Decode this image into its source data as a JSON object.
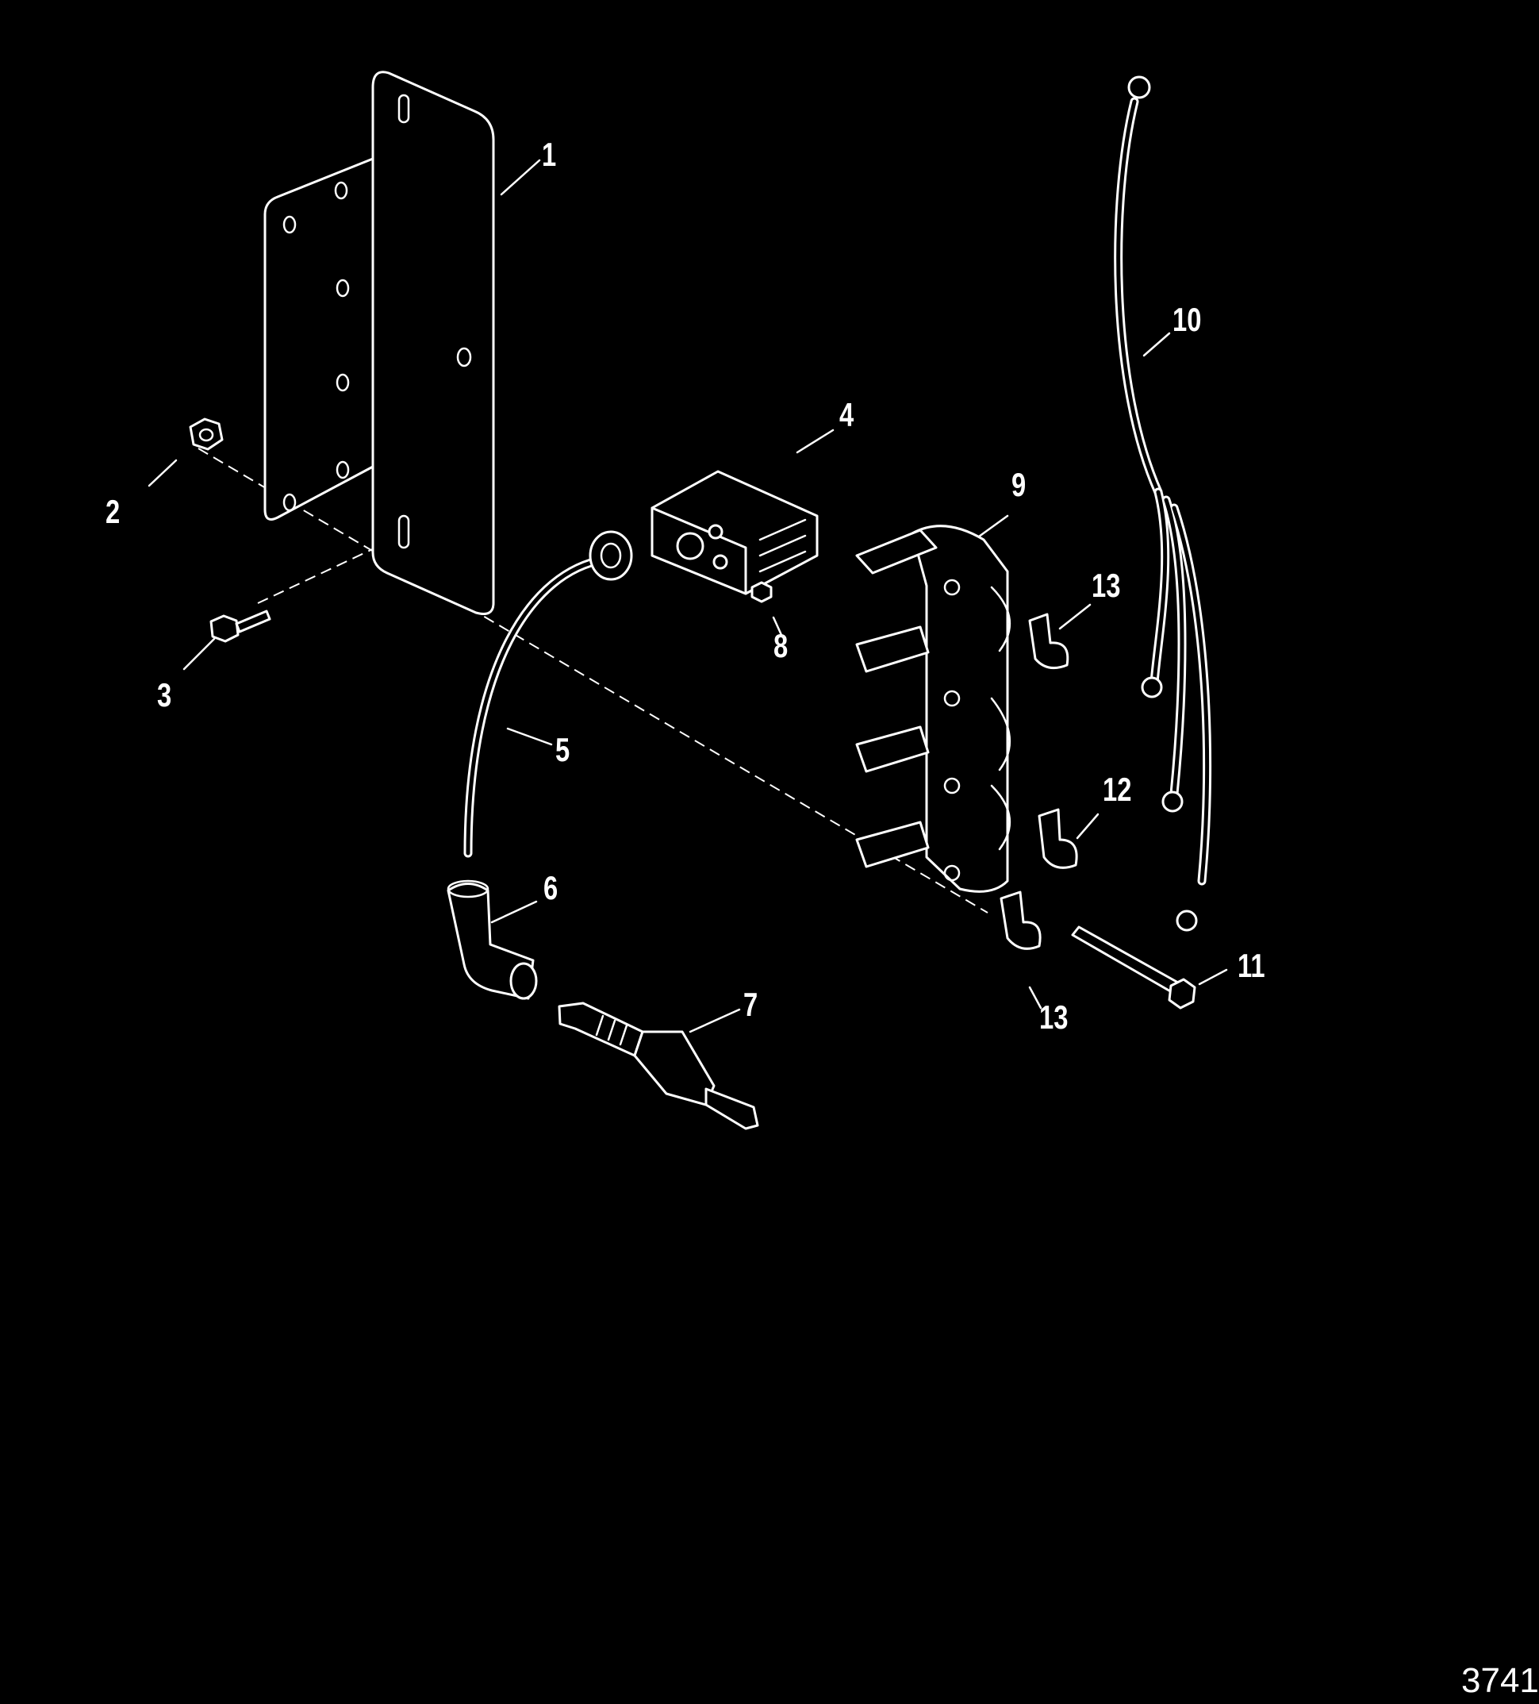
{
  "callouts": [
    {
      "id": "1",
      "label": "1"
    },
    {
      "id": "2",
      "label": "2"
    },
    {
      "id": "3",
      "label": "3"
    },
    {
      "id": "4",
      "label": "4"
    },
    {
      "id": "5",
      "label": "5"
    },
    {
      "id": "6",
      "label": "6"
    },
    {
      "id": "7",
      "label": "7"
    },
    {
      "id": "8",
      "label": "8"
    },
    {
      "id": "9",
      "label": "9"
    },
    {
      "id": "10",
      "label": "10"
    },
    {
      "id": "11",
      "label": "11"
    },
    {
      "id": "12",
      "label": "12"
    },
    {
      "id": "13a",
      "label": "13"
    },
    {
      "id": "13b",
      "label": "13"
    }
  ],
  "figure_id": "3741"
}
